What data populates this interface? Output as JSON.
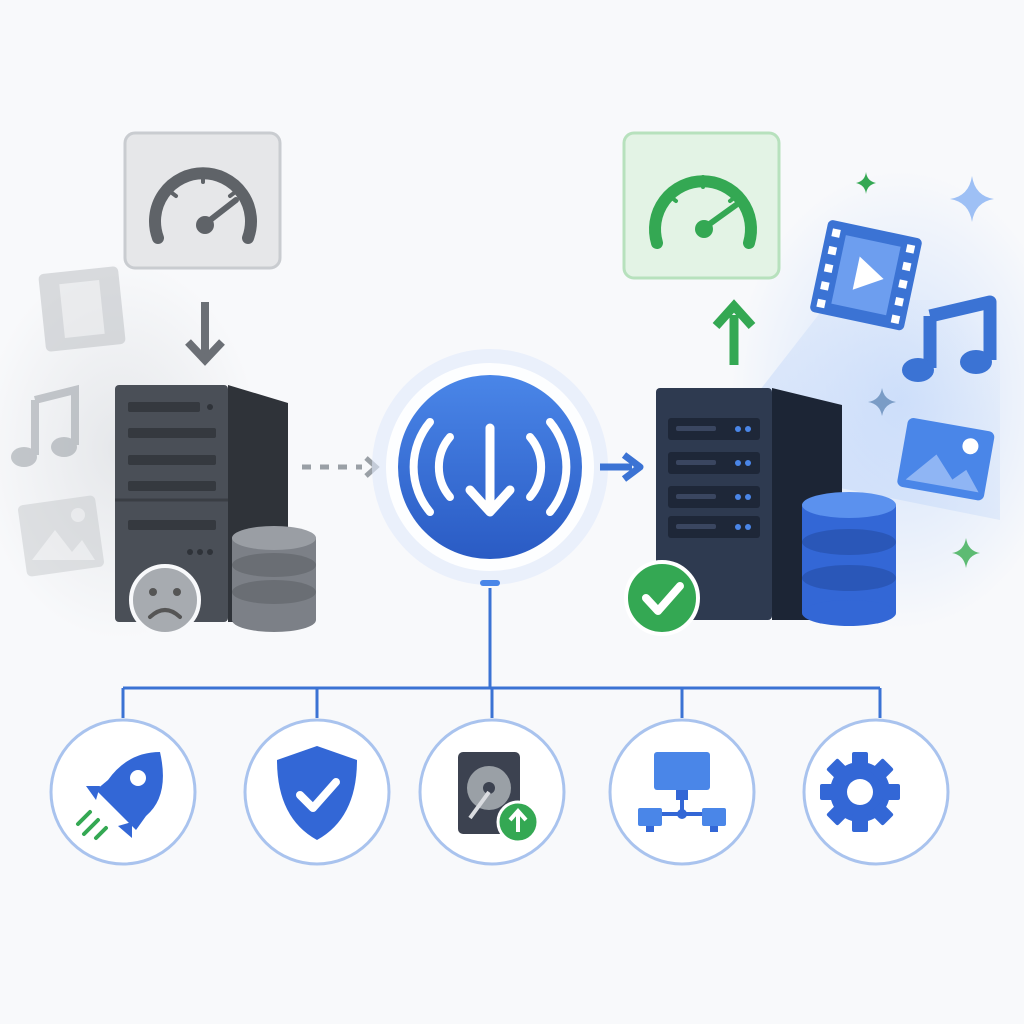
{
  "colors": {
    "background": "#f8f9fb",
    "old_gray": "#5f6368",
    "old_server": "#4a4f57",
    "new_server": "#2e3a50",
    "primary_blue": "#3367d6",
    "light_blue": "#4a86e8",
    "success_green": "#34a853",
    "connector_blue": "#3b73d4"
  },
  "left_panel": {
    "speed_gauge": {
      "state": "slow",
      "icon": "speedometer-icon",
      "color": "#5f6368"
    },
    "arrow": "down-arrow-icon",
    "server": {
      "state": "old",
      "status_icon": "sad-face-icon"
    },
    "media": [
      "film-icon",
      "music-note-icon",
      "image-icon"
    ]
  },
  "center_hub": {
    "icon": "wireless-download-icon"
  },
  "right_panel": {
    "speed_gauge": {
      "state": "fast",
      "icon": "speedometer-icon",
      "color": "#34a853"
    },
    "arrow": "up-arrow-icon",
    "server": {
      "state": "new",
      "status_icon": "check-circle-icon"
    },
    "media": [
      "video-icon",
      "music-note-icon",
      "image-icon"
    ]
  },
  "features": [
    {
      "icon": "rocket-icon"
    },
    {
      "icon": "shield-check-icon"
    },
    {
      "icon": "hard-drive-upgrade-icon"
    },
    {
      "icon": "network-icon"
    },
    {
      "icon": "gear-icon"
    }
  ]
}
